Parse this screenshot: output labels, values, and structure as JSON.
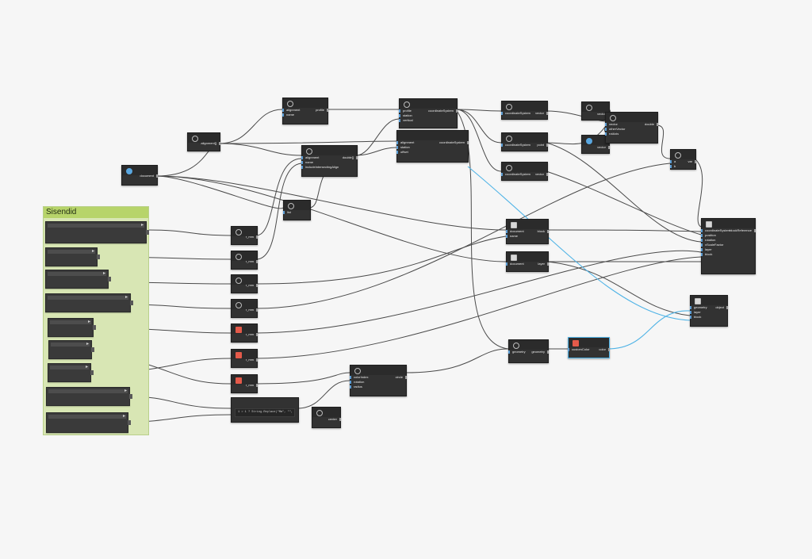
{
  "group": {
    "title": "Sisendid"
  },
  "nodes": {
    "doc": {
      "out": "document"
    },
    "align": {
      "out": "alignment[]"
    },
    "pb1": {
      "in1": "alignment",
      "in2": "name",
      "out": "profile"
    },
    "cu": {
      "in1": "alignment",
      "in2": "name",
      "in3": "includeIntersectingAlign",
      "out": "double[]"
    },
    "corr": {
      "in1": "profile",
      "in2": "station",
      "in3": "vertical",
      "out": "coordinateSystem"
    },
    "corr2": {
      "in1": "alignment",
      "in2": "station",
      "in3": "offset",
      "out": "coordinateSystem"
    },
    "cs1": {
      "in1": "coordinateSystem",
      "out": "vector"
    },
    "cs2": {
      "in1": "coordinateSystem",
      "out": "point"
    },
    "cs3": {
      "in1": "coordinateSystem",
      "out": "vector"
    },
    "vec1": {
      "out": "vector"
    },
    "vec2": {
      "out": "vector"
    },
    "angle": {
      "in1": "vector",
      "in2": "otherVector",
      "in3": "rotAxis",
      "out": "double"
    },
    "ab": {
      "in1": "a",
      "in2": "b",
      "out": "var"
    },
    "blk": {
      "in1": "document",
      "in2": "name",
      "out": "block"
    },
    "layer": {
      "in1": "document",
      "out": "layer"
    },
    "bref": {
      "in1": "coordinateSystem",
      "in2": "position",
      "in3": "rotation",
      "in4": "xScaleFactor",
      "in5": "layer",
      "in6": "block",
      "out": "blockReference"
    },
    "ptc": {
      "in1": "geometry",
      "out": "geometry"
    },
    "gc": {
      "in1": "geometry",
      "in2": "layer",
      "in3": "block",
      "out": "object"
    },
    "sec": {
      "in1": "customColor",
      "out": "color"
    },
    "style": {
      "in1": "colorIndex",
      "in2": "rotation",
      "in3": "radius",
      "out": "circle"
    },
    "small": {
      "out": "center"
    },
    "num": {
      "val": "r_mm"
    },
    "list": {
      "in": "list"
    },
    "codeblock": {
      "code": "1 > 1 ? String.Replace(\"Mm\", \"\", \"Mm\"), 1.7\""
    }
  }
}
